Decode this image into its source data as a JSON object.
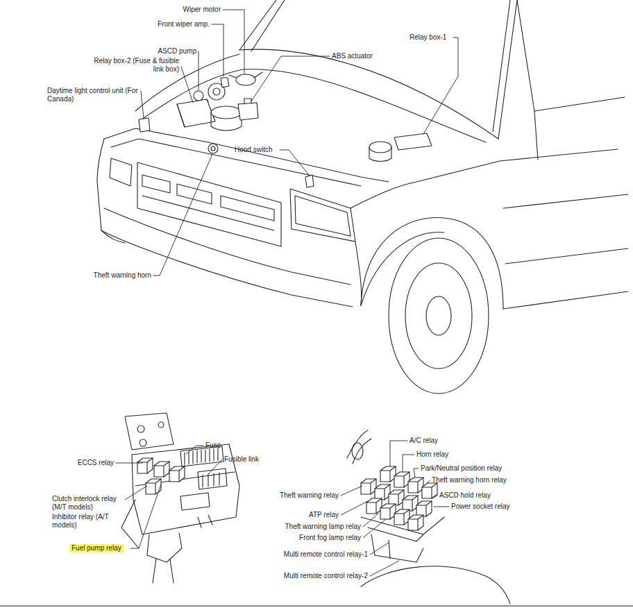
{
  "diagram": {
    "labels": [
      "Wiper motor",
      "Front wiper amp.",
      "ASCD pump",
      "Relay box-2 (Fuse & fusible link box)",
      "Daytime light control unit (For Canada)",
      "ABS actuator",
      "Relay box-1",
      "Hood switch",
      "Theft warning horn",
      "Fuse",
      "Fusible link",
      "ECCS relay",
      "Clutch interlock relay (M/T models)",
      "Inhibitor relay (A/T models)",
      "Fuel pump relay",
      "A/C relay",
      "Horn relay",
      "Park/Neutral position relay",
      "Theft warning horn relay",
      "ASCD hold relay",
      "Power socket relay",
      "Theft warning relay",
      "ATP relay",
      "Theft warning lamp relay",
      "Front fog lamp relay",
      "Multi remote control relay-1",
      "Multi remote control relay-2"
    ]
  }
}
